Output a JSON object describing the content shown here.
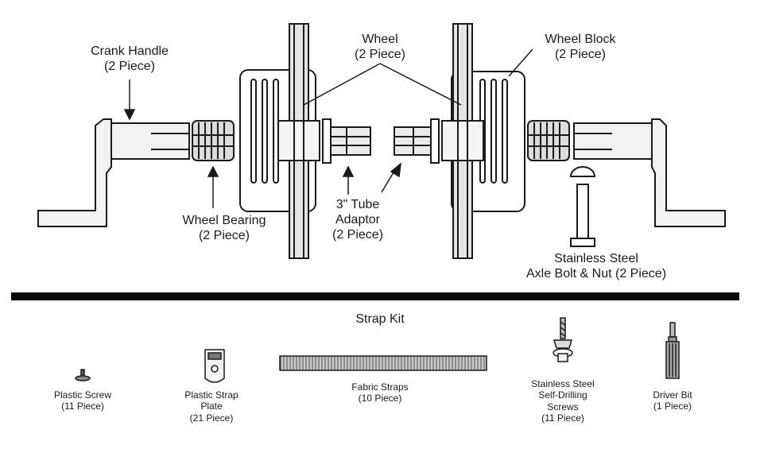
{
  "diagram": {
    "top": {
      "crank_handle": [
        "Crank Handle",
        "(2 Piece)"
      ],
      "wheel": [
        "Wheel",
        "(2 Piece)"
      ],
      "wheel_block": [
        "Wheel Block",
        "(2 Piece)"
      ],
      "wheel_bearing": [
        "Wheel Bearing",
        "(2 Piece)"
      ],
      "tube_adaptor": [
        "3\" Tube",
        "Adaptor",
        "(2 Piece)"
      ],
      "axle_bolt": [
        "Stainless Steel",
        "Axle Bolt & Nut (2 Piece)"
      ]
    },
    "strap_kit": {
      "title": "Strap Kit",
      "plastic_screw": [
        "Plastic Screw",
        "(11 Piece)"
      ],
      "strap_plate": [
        "Plastic Strap",
        "Plate",
        "(21 Piece)"
      ],
      "fabric_straps": [
        "Fabric Straps",
        "(10 Piece)"
      ],
      "self_drilling_screws": [
        "Stainless Steel",
        "Self-Drilling",
        "Screws",
        "(11 Piece)"
      ],
      "driver_bit": [
        "Driver Bit",
        "(1 Piece)"
      ]
    }
  }
}
